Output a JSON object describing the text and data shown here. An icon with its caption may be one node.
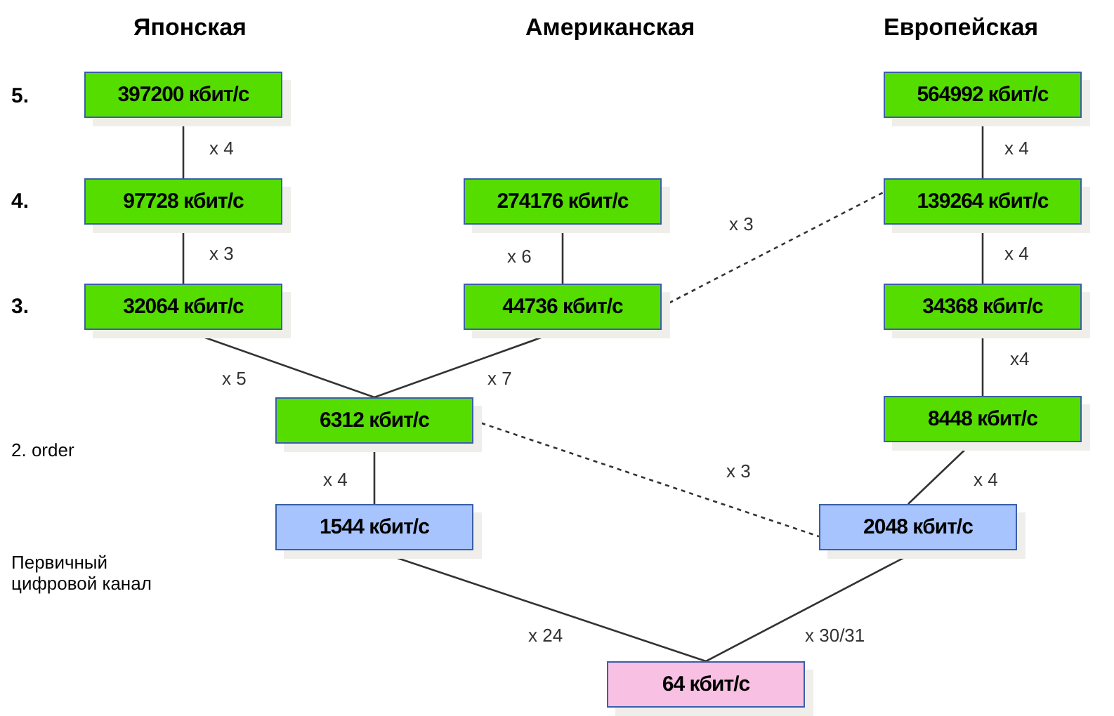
{
  "diagram": {
    "nodes": [
      {
        "text": [
          "397200 кбит/с"
        ]
      },
      {
        "text": [
          "97728 кбит/с"
        ]
      },
      {
        "text": [
          "32064 кбит/с"
        ]
      },
      {
        "text": [
          "274176 кбит/с"
        ]
      },
      {
        "text": [
          "44736 кбит/с"
        ]
      },
      {
        "text": [
          "564992 кбит/с"
        ]
      },
      {
        "text": [
          "139264 кбит/с"
        ]
      },
      {
        "text": [
          "34368 кбит/с"
        ]
      },
      {
        "text": [
          "8448 кбит/с"
        ]
      },
      {
        "text": [
          "6312 кбит/с"
        ]
      },
      {
        "text": [
          "1544 кбит/с"
        ]
      },
      {
        "text": [
          "2048 кбит/с"
        ]
      },
      {
        "text": [
          "64 кбит/с"
        ]
      }
    ],
    "edges": [
      {
        "from": 0,
        "to": 1,
        "arrow": "none",
        "label": "x 4"
      },
      {
        "from": 1,
        "to": 2,
        "arrow": "none",
        "label": "x 3"
      },
      {
        "from": 3,
        "to": 4,
        "arrow": "none",
        "label": "x 6"
      },
      {
        "from": 4,
        "to": 6,
        "arrow": "none",
        "label": "x 3",
        "style": "dashed"
      },
      {
        "from": 5,
        "to": 6,
        "arrow": "none",
        "label": "x 4"
      },
      {
        "from": 6,
        "to": 7,
        "arrow": "none",
        "label": "x 4"
      },
      {
        "from": 7,
        "to": 8,
        "arrow": "none",
        "label": "x4"
      },
      {
        "from": 2,
        "to": 9,
        "arrow": "none",
        "label": "x 5"
      },
      {
        "from": 4,
        "to": 9,
        "arrow": "none",
        "label": "x 7"
      },
      {
        "from": 9,
        "to": 10,
        "arrow": "none",
        "label": "x 4"
      },
      {
        "from": 9,
        "to": 11,
        "arrow": "none",
        "label": "x 3",
        "style": "dashed"
      },
      {
        "from": 8,
        "to": 11,
        "arrow": "none",
        "label": "x 4"
      },
      {
        "from": 10,
        "to": 12,
        "arrow": "none",
        "label": "x 24"
      },
      {
        "from": 11,
        "to": 12,
        "arrow": "none",
        "label": "x 30/31"
      }
    ],
    "labels": [
      "Японская",
      "Американская",
      "Европейская",
      "5.",
      "4.",
      "3.",
      "2. order",
      "Первичный цифровой канал"
    ]
  }
}
